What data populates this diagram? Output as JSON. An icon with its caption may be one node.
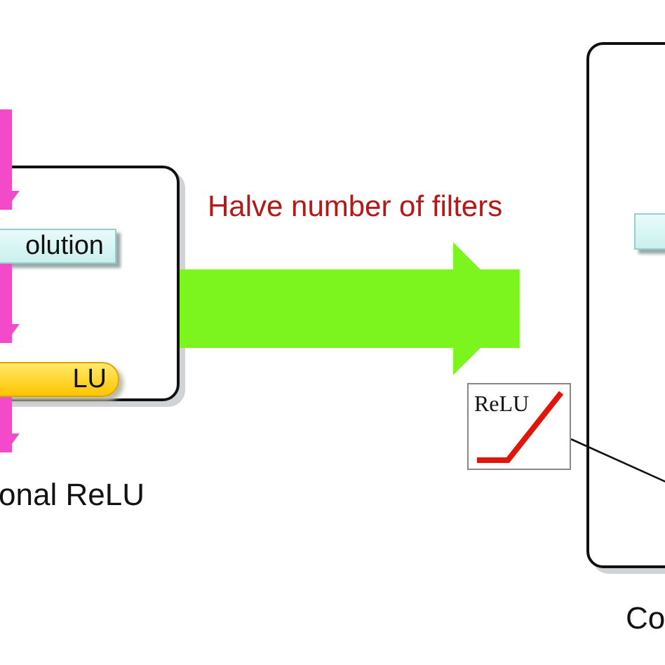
{
  "diagram": {
    "nodes": [
      {
        "text": [
          "onal ReLU"
        ]
      },
      {
        "text": [
          "olution"
        ],
        "in": 0
      },
      {
        "text": [
          "LU"
        ],
        "in": 0
      },
      {
        "text": [
          "Co"
        ]
      },
      {
        "text": [],
        "shape": "box",
        "in": 3
      },
      {
        "text": [
          "ReLU"
        ]
      }
    ],
    "edges": [
      {
        "from": null,
        "to": 1,
        "arrow": "to"
      },
      {
        "from": 1,
        "to": 2,
        "arrow": "to"
      },
      {
        "from": 2,
        "to": null,
        "arrow": "to"
      },
      {
        "from": 0,
        "to": 3,
        "arrow": "to",
        "label": "Halve number of filters",
        "style": "thick",
        "color": "#7cf51e"
      },
      {
        "from": 5,
        "to": null,
        "arrow": "none",
        "color": "#111111"
      }
    ]
  }
}
